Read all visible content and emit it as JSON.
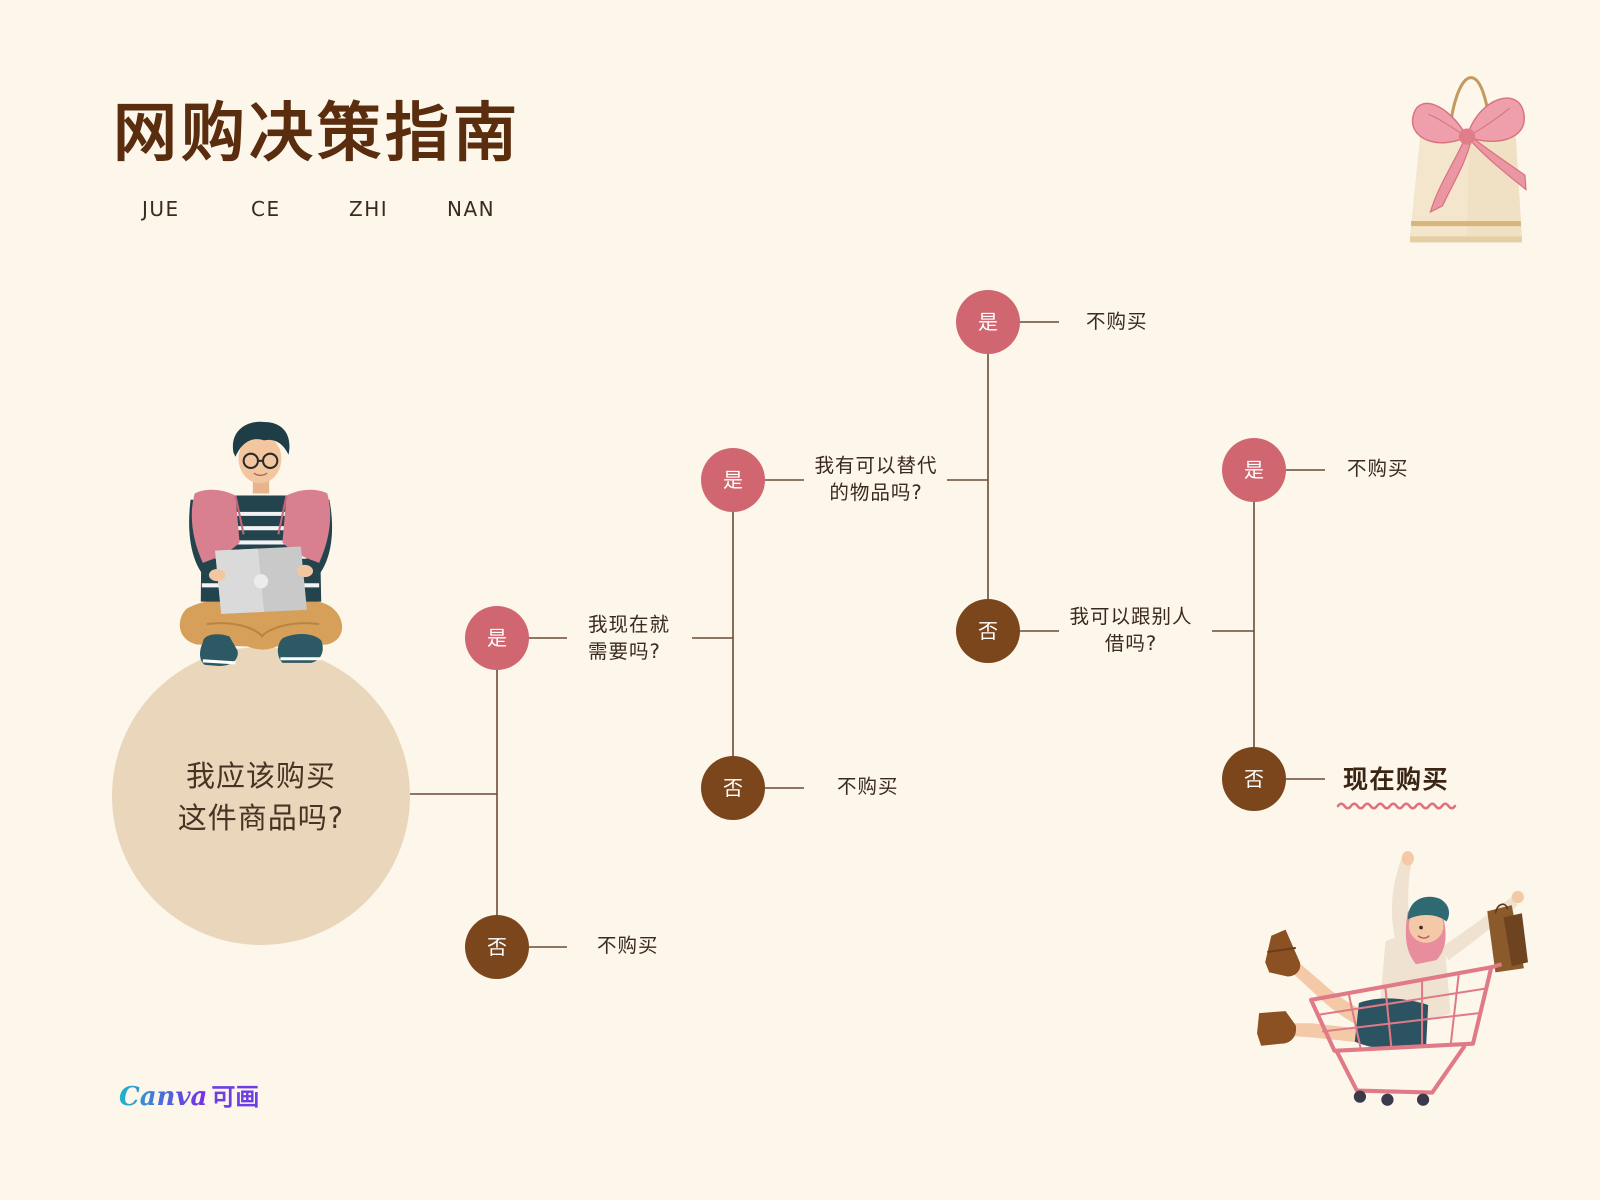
{
  "header": {
    "title": "网购决策指南",
    "pinyin": [
      "JUE",
      "CE",
      "ZHI",
      "NAN"
    ]
  },
  "flow": {
    "start_question": [
      "我应该购买",
      "这件商品吗?"
    ],
    "step1": {
      "yes": "是",
      "no": "否",
      "yes_question": [
        "我现在就",
        "需要吗?"
      ],
      "no_result": "不购买"
    },
    "step2": {
      "yes": "是",
      "no": "否",
      "yes_question": [
        "我有可以替代",
        "的物品吗?"
      ],
      "no_result": "不购买"
    },
    "step3": {
      "yes": "是",
      "no": "否",
      "yes_result": "不购买",
      "no_question": [
        "我可以跟别人",
        "借吗?"
      ]
    },
    "step4": {
      "yes": "是",
      "no": "否",
      "yes_result": "不购买",
      "no_result": "现在购买"
    }
  },
  "brand": {
    "logo_latin": "Canva",
    "logo_cn": "可画"
  },
  "illustrations": {
    "top_right": "gift-bag-with-bow-icon",
    "left": "man-with-laptop-icon",
    "bottom_right": "woman-in-shopping-cart-icon"
  },
  "colors": {
    "background": "#fdf6ea",
    "title": "#5a2d0e",
    "yes_node": "#d0666f",
    "no_node": "#7b461c",
    "start_circle": "#e9d6bb",
    "connector": "#6b4b37",
    "highlight_wave": "#e0707f"
  }
}
